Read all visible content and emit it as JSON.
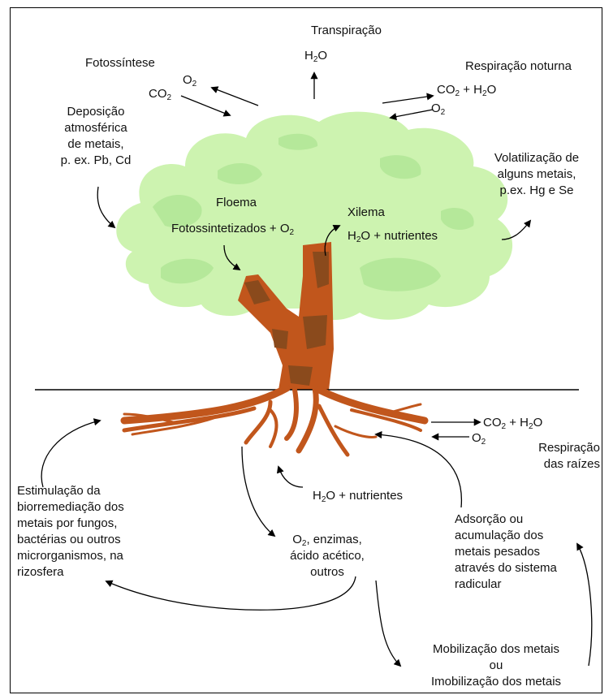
{
  "labels": {
    "transpiracao": "Transpiração",
    "fotossintese": "Fotossíntese",
    "respiracao_noturna": "Respiração noturna",
    "deposicao": [
      "Deposição",
      "atmosférica",
      "de metais,",
      "p. ex. Pb, Cd"
    ],
    "volatilizacao": [
      "Volatilização de",
      "alguns metais,",
      "p.ex. Hg e Se"
    ],
    "floema": "Floema",
    "xilema": "Xilema",
    "fotossintetizados": "Fotossintetizados + O",
    "respiracao_raizes": [
      "Respiração",
      "das raízes"
    ],
    "estimulacao": [
      "Estimulação da",
      "biorremediação dos",
      "metais por fungos,",
      "bactérias ou outros",
      "microrganismos, na",
      "rizosfera"
    ],
    "exsudatos": [
      ", enzimas,",
      "ácido acético,",
      "outros"
    ],
    "adsorcao": [
      "Adsorção ou",
      "acumulação dos",
      "metais pesados",
      "através do sistema",
      "radicular"
    ],
    "mobilizacao": [
      "Mobilização dos metais",
      "ou",
      "Imobilização dos metais"
    ],
    "nutrientes": "+ nutrientes",
    "nutrientes_root": "+ nutrientes",
    "co2_h2o_plus": "+ H"
  },
  "chem": {
    "H": "H",
    "O": "O",
    "CO": "CO",
    "sub2": "2"
  },
  "colors": {
    "canopy_light": "#cdf3b0",
    "canopy_mid": "#b5e89a",
    "trunk": "#c1561c",
    "trunk_dark": "#8a4a1c",
    "ground": "#000000"
  }
}
